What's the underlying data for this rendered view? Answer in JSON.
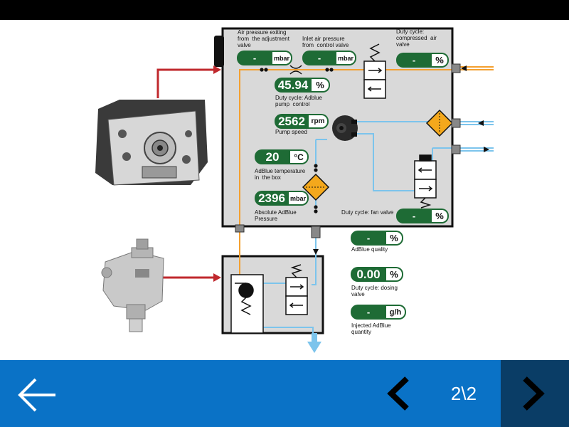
{
  "colors": {
    "gauge_green": "#1e6b35",
    "bar_blue": "#0a72c6",
    "next_dark": "#0a3d66",
    "panel_grey": "#d9d9d9",
    "air_orange": "#f4a030",
    "adblue_blue": "#7cc4ec",
    "arrow_red": "#c0282d",
    "diamond_orange": "#f4a81c"
  },
  "gauges": {
    "air_exit": {
      "value": "-",
      "unit": "mbar",
      "label": "Air pressure exiting\nfrom  the adjustment\nvalve"
    },
    "air_inlet": {
      "value": "-",
      "unit": "mbar",
      "label": "Inlet air pressure\nfrom  control valve"
    },
    "duty_air": {
      "value": "-",
      "unit": "%",
      "label": "Duty cycle:\ncompressed  air\nvalve"
    },
    "duty_pump": {
      "value": "45.94",
      "unit": "%",
      "label": "Duty cycle: Adblue\npump  control"
    },
    "pump_speed": {
      "value": "2562",
      "unit": "rpm",
      "label": "Pump speed"
    },
    "adblue_temp": {
      "value": "20",
      "unit": "°C",
      "label": "AdBlue temperature\nin  the box"
    },
    "abs_pressure": {
      "value": "2396",
      "unit": "mbar",
      "label": "Absolute AdBlue\nPressure"
    },
    "duty_fan": {
      "value": "-",
      "unit": "%",
      "label": "Duty cycle: fan valve"
    },
    "adblue_quality": {
      "value": "-",
      "unit": "%",
      "label": "AdBlue quality"
    },
    "duty_dosing": {
      "value": "0.00",
      "unit": "%",
      "label": "Duty cycle: dosing\nvalve"
    },
    "injected": {
      "value": "-",
      "unit": "g/h",
      "label": "Injected AdBlue\nquantity"
    }
  },
  "nav": {
    "back_icon": "arrow-left-icon",
    "prev_icon": "chevron-left-icon",
    "next_icon": "chevron-right-icon",
    "page_indicator": "2\\2"
  }
}
